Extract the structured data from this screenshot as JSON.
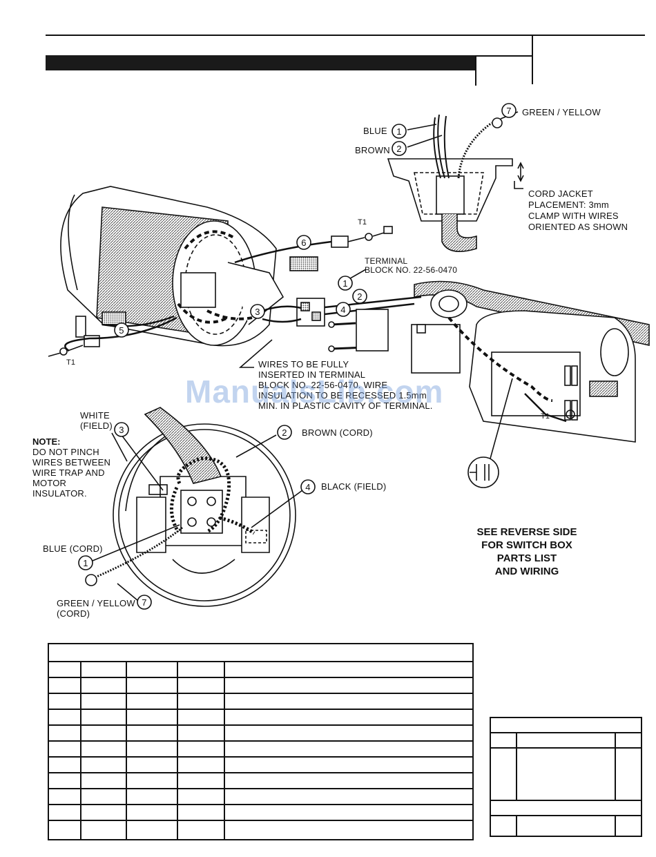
{
  "cord_detail": {
    "labels": {
      "blue": "BLUE",
      "brown": "BROWN",
      "green_yellow": "GREEN / YELLOW",
      "cord_jacket": "CORD JACKET",
      "placement": "PLACEMENT: 3mm",
      "clamp": "CLAMP WITH WIRES",
      "oriented": "ORIENTED AS SHOWN"
    },
    "callouts": {
      "c1": "1",
      "c2": "2",
      "c7": "7"
    }
  },
  "motor": {
    "t1_top": "T1",
    "t1_left": "T1",
    "t1_switch": "T1",
    "terminal_line1": "TERMINAL",
    "terminal_line2": "BLOCK NO. 22-56-0470",
    "wires_note": [
      "WIRES TO BE FULLY",
      "INSERTED IN TERMINAL",
      "BLOCK NO. 22-56-0470. WIRE",
      "INSULATION TO BE RECESSED 1.5mm",
      "MIN. IN PLASTIC CAVITY OF TERMINAL."
    ],
    "callouts": {
      "c1": "1",
      "c2": "2",
      "c3": "3",
      "c4": "4",
      "c5": "5",
      "c6": "6"
    }
  },
  "end_view": {
    "white_field": [
      "WHITE",
      "(FIELD)"
    ],
    "note": [
      "NOTE:",
      "DO NOT PINCH",
      "WIRES BETWEEN",
      "WIRE TRAP AND",
      "MOTOR",
      "INSULATOR."
    ],
    "brown_cord": "BROWN (CORD)",
    "black_field": "BLACK (FIELD)",
    "blue_cord": "BLUE (CORD)",
    "green_yellow_cord": [
      "GREEN / YELLOW",
      "(CORD)"
    ],
    "callouts": {
      "c1": "1",
      "c2": "2",
      "c3": "3",
      "c4": "4",
      "c7": "7"
    }
  },
  "see_reverse": [
    "SEE REVERSE SIDE",
    "FOR SWITCH BOX",
    "PARTS LIST",
    "AND WIRING"
  ],
  "watermark": "ManualsLib.com",
  "colors": {
    "ink": "#111111",
    "header_bar": "#1a1a1a",
    "watermark": "#78a0dc"
  }
}
